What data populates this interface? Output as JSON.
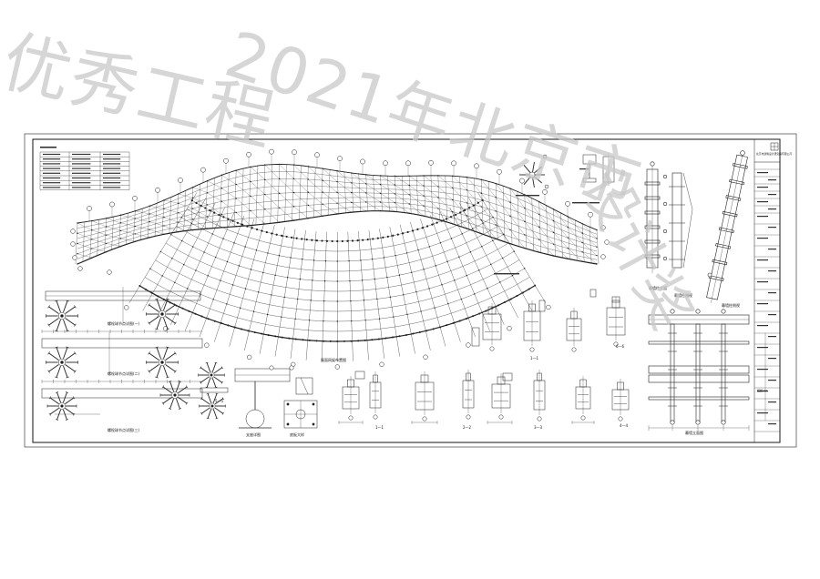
{
  "watermark": {
    "line1": "优秀工程",
    "line2": "2021年北京市",
    "line3": "设计奖"
  },
  "material_table": {
    "rows": 8,
    "cols": 3
  },
  "views": {
    "plan_title": "屋面网架布置图",
    "node_detail_1": "螺栓球节点详图(一)",
    "node_detail_2": "螺栓球节点详图(二)",
    "node_detail_3": "螺栓球节点详图(三)",
    "support_detail": "支座详图",
    "base_plate": "底板大样",
    "section_1_1": "1—1",
    "section_2_2": "2—2",
    "section_3_3": "3—3",
    "section_4_4": "4—4",
    "section_5_5": "5—5",
    "section_6_6": "6—6",
    "column_elev_1": "幕墙柱立面",
    "column_elev_2": "幕墙柱侧视",
    "column_elev_3": "幕墙柱侧视",
    "curtain_frame": "幕墙立面图"
  },
  "title_block": {
    "company": "北京市建筑设计研究院有限公司",
    "drawing_no": "结施-04"
  },
  "colors": {
    "ink": "#1a1a1a",
    "watermark": "#c9c9c9"
  }
}
